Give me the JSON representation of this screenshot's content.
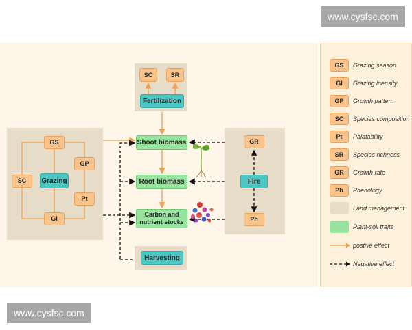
{
  "watermark": "www.cysfsc.com",
  "nodes": {
    "fert_sc": "SC",
    "fert_sr": "SR",
    "fertilization": "Fertilization",
    "gs": "GS",
    "sc": "SC",
    "grazing": "Grazing",
    "gp": "GP",
    "pt": "Pt",
    "gi": "GI",
    "shoot_biomass": "Shoot biomass",
    "root_biomass": "Root biomass",
    "carbon_stocks": "Carbon and nutrient stocks",
    "harvesting": "Harvesting",
    "gr": "GR",
    "fire": "Fire",
    "ph": "Ph"
  },
  "legend": [
    {
      "key": "GS",
      "label": "Grazing season"
    },
    {
      "key": "GI",
      "label": "Grazing inensity"
    },
    {
      "key": "GP",
      "label": "Growth pattern"
    },
    {
      "key": "SC",
      "label": "Species composition"
    },
    {
      "key": "Pt",
      "label": "Palatability"
    },
    {
      "key": "SR",
      "label": "Species richness"
    },
    {
      "key": "GR",
      "label": "Growth rate"
    },
    {
      "key": "Ph",
      "label": "Phenology"
    },
    {
      "key": "",
      "label": "Land management"
    },
    {
      "key": "",
      "label": "Plant-soil traits"
    },
    {
      "key": "",
      "label": "postive effect"
    },
    {
      "key": "",
      "label": "Negative effect"
    }
  ],
  "colors": {
    "positive": "#eda253",
    "negative": "#111111",
    "land_management": "#e7dcc8",
    "plant_soil": "#98e39e",
    "driver": "#4dc7c4",
    "trait_code": "#f9c48c"
  }
}
